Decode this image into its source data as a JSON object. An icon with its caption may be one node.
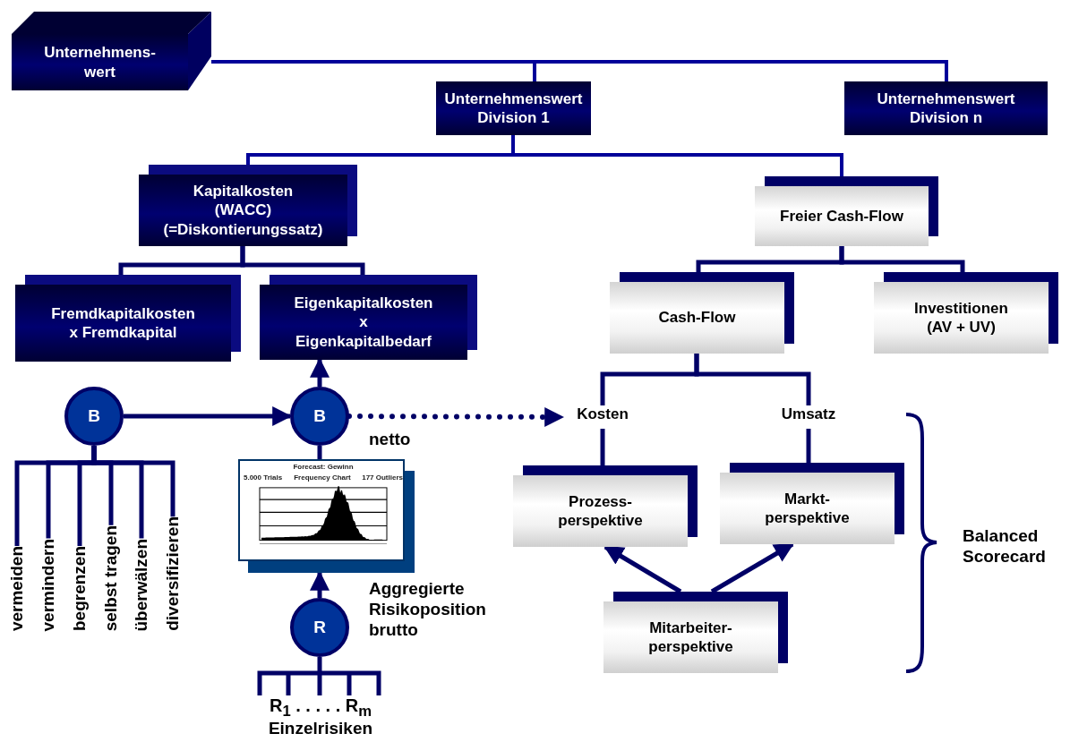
{
  "diagram": {
    "nodes": [
      {
        "text": [
          "Unternehmens- wert"
        ]
      },
      {
        "text": [
          "Unternehmenswert Division 1"
        ]
      },
      {
        "text": [
          "Unternehmenswert Division n"
        ]
      },
      {
        "text": [
          "Kapitalkosten (WACC) (=Diskontierungssatz)"
        ]
      },
      {
        "text": [
          "Freier Cash-Flow"
        ]
      },
      {
        "text": [
          "Fremdkapitalkosten x Fremdkapital"
        ]
      },
      {
        "text": [
          "Eigenkapitalkosten x Eigenkapitalbedarf"
        ]
      },
      {
        "text": [
          "Cash-Flow"
        ]
      },
      {
        "text": [
          "Investitionen (AV + UV)"
        ]
      },
      {
        "text": [
          "B"
        ]
      },
      {
        "text": [
          "B"
        ],
        "beside": [
          "netto"
        ]
      },
      {
        "text": [
          "Kosten"
        ]
      },
      {
        "text": [
          "Umsatz"
        ]
      },
      {
        "text": [
          "vermeiden"
        ]
      },
      {
        "text": [
          "vermindern"
        ]
      },
      {
        "text": [
          "begrenzen"
        ]
      },
      {
        "text": [
          "selbst tragen"
        ]
      },
      {
        "text": [
          "überwälzen"
        ]
      },
      {
        "text": [
          "diversifizieren"
        ]
      },
      {
        "text": [
          "Forecast: Gewinn",
          "5.000 Trials",
          "Frequency Chart",
          "177 Outliers"
        ],
        "beside": [
          "Aggregierte Risikoposition brutto"
        ]
      },
      {
        "text": [
          "R"
        ]
      },
      {
        "text": [
          "R$_{1}$ . . . . . R$_{m}$"
        ],
        "beside": [
          "Einzelrisiken"
        ]
      },
      {
        "text": [
          "Prozess- perspektive"
        ]
      },
      {
        "text": [
          "Markt- perspektive"
        ]
      },
      {
        "text": [
          "Mitarbeiter- perspektive"
        ]
      }
    ],
    "edges": [
      {
        "from": 0,
        "to": 1,
        "arrow": "none",
        "color": "#000099"
      },
      {
        "from": 0,
        "to": 2,
        "arrow": "none",
        "color": "#000099"
      },
      {
        "from": 1,
        "to": 3,
        "arrow": "none",
        "color": "#000099"
      },
      {
        "from": 1,
        "to": 4,
        "arrow": "none",
        "color": "#000099"
      },
      {
        "from": 3,
        "to": 5,
        "arrow": "none"
      },
      {
        "from": 3,
        "to": 6,
        "arrow": "none"
      },
      {
        "from": 4,
        "to": 7,
        "arrow": "none"
      },
      {
        "from": 4,
        "to": 8,
        "arrow": "none"
      },
      {
        "from": 9,
        "to": 10,
        "arrow": "to"
      },
      {
        "from": 10,
        "to": 6,
        "arrow": "to"
      },
      {
        "from": 10,
        "to": 11,
        "arrow": "to",
        "style": "dashed"
      },
      {
        "from": 9,
        "to": 13,
        "arrow": "none"
      },
      {
        "from": 9,
        "to": 14,
        "arrow": "none"
      },
      {
        "from": 9,
        "to": 15,
        "arrow": "none"
      },
      {
        "from": 9,
        "to": 16,
        "arrow": "none"
      },
      {
        "from": 9,
        "to": 17,
        "arrow": "none"
      },
      {
        "from": 9,
        "to": 18,
        "arrow": "none"
      },
      {
        "from": 10,
        "to": 19,
        "arrow": "none"
      },
      {
        "from": 20,
        "to": 19,
        "arrow": "to"
      },
      {
        "from": 20,
        "to": 21,
        "arrow": "none"
      },
      {
        "from": 7,
        "to": 11,
        "arrow": "none"
      },
      {
        "from": 7,
        "to": 12,
        "arrow": "none"
      },
      {
        "from": 11,
        "to": 22,
        "arrow": "none"
      },
      {
        "from": 12,
        "to": 23,
        "arrow": "none"
      },
      {
        "from": 24,
        "to": 22,
        "arrow": "to"
      },
      {
        "from": 24,
        "to": 23,
        "arrow": "to"
      }
    ],
    "labels": [
      "Balanced Scorecard"
    ]
  }
}
